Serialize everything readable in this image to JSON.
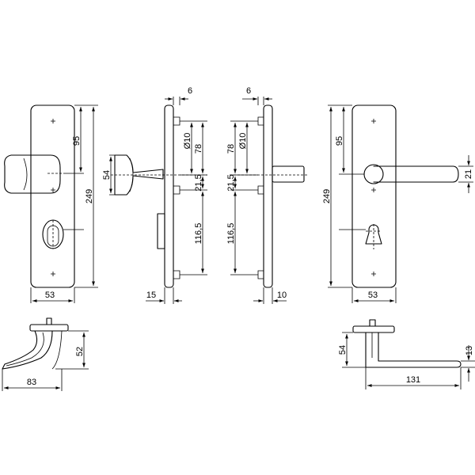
{
  "figure": "door handle set technical drawing",
  "views": {
    "knob_plate_front": {
      "dims": [
        "95",
        "249",
        "53"
      ]
    },
    "knob_plate_side": {
      "dims": [
        "6",
        "54",
        "78",
        "Ø10",
        "21,5",
        "116,5",
        "15"
      ]
    },
    "lever_plate_side": {
      "dims": [
        "6",
        "78",
        "Ø10",
        "21,5",
        "116,5",
        "10"
      ]
    },
    "lever_plate_front": {
      "dims": [
        "95",
        "249",
        "21",
        "53"
      ]
    },
    "knob_top": {
      "dims": [
        "52",
        "83"
      ]
    },
    "lever_top": {
      "dims": [
        "54",
        "13",
        "131"
      ]
    }
  }
}
